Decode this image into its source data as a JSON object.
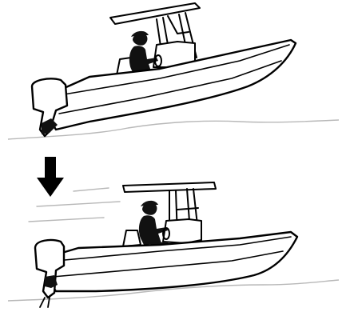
{
  "figure": {
    "panels": [
      {
        "id": "panel-top",
        "state": "bow-up",
        "shows_down_arrow": false,
        "shows_motion_lines": false
      },
      {
        "id": "panel-bottom",
        "state": "bow-level",
        "shows_down_arrow": true,
        "shows_motion_lines": true
      }
    ],
    "arrow": {
      "direction": "down",
      "color": "#000000"
    },
    "colors": {
      "ink": "#000000",
      "boat_fill": "#ffffff",
      "water_line": "#b8b8b8",
      "motion_line": "#b8b8b8",
      "silhouette": "#111111"
    }
  }
}
